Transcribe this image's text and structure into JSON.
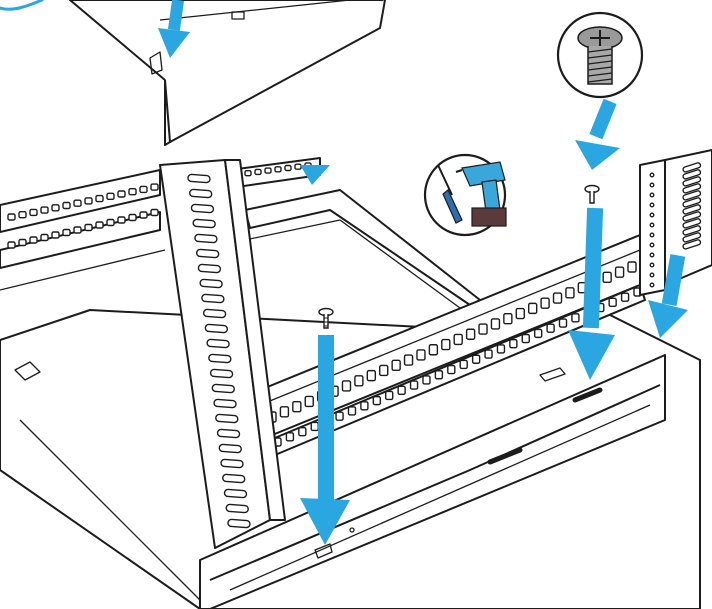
{
  "figure": {
    "subject": "rack-cabinet-base-assembly",
    "steps": [
      {
        "name": "insert-screw-left",
        "target": "front-left-upright"
      },
      {
        "name": "insert-screw-right",
        "target": "front-right-upright"
      }
    ],
    "tools": [
      "screwdriver-icon",
      "power-drill-icon"
    ],
    "part_callout": "screw-icon"
  },
  "colors": {
    "arrow": "#2aa6e0",
    "line": "#1c1c1c",
    "fill": "#ffffff",
    "drill_body": "#3aa7da",
    "drill_battery": "#5a3a3a",
    "screw": "#9a9a9a"
  }
}
